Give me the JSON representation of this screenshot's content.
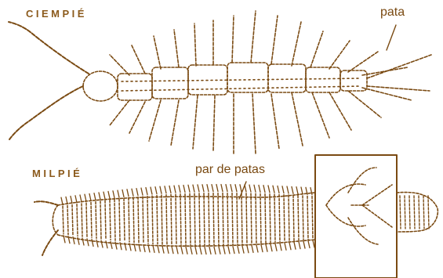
{
  "colors": {
    "ink": "#7a4a12",
    "title": "#8b5a1c",
    "label": "#7a4a12",
    "background": "#ffffff"
  },
  "centipede": {
    "title": "CIEMPIÉ",
    "leg_label": "pata"
  },
  "millipede": {
    "title": "MILPIÉ",
    "leg_pair_label": "par de patas"
  }
}
